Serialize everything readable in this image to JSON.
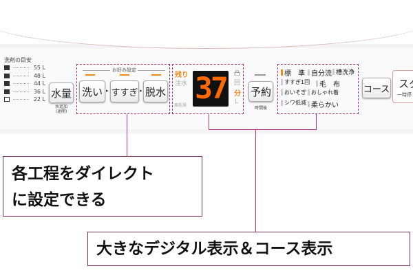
{
  "guide": {
    "title": "洗剤の目安",
    "rows": [
      "55 L",
      "48 L",
      "44 L",
      "36 L",
      "22 L"
    ]
  },
  "buttons": {
    "water_level": "水量",
    "water_level_sub": "水追加\n(途開)",
    "wash": "洗い",
    "rinse": "すすぎ",
    "spin": "脱水",
    "reserve": "予約",
    "reserve_sub": "時間後",
    "course": "コース",
    "start": "スタ",
    "start_sub": "一時停"
  },
  "preference": {
    "label": "お好み設定"
  },
  "display": {
    "value": "37",
    "remaining": "残り",
    "water_supply": "注水",
    "dry_mode": "風乾燥",
    "unit_times": "回",
    "unit_minutes": "分",
    "unit_liters": "L"
  },
  "courses": [
    "標　準",
    "自分流",
    "槽洗浄",
    "すすぎ1回",
    "毛　布",
    "おいそぎ",
    "おしゃれ着",
    "シワ低減",
    "柔らかい"
  ],
  "callouts": {
    "direct": [
      "各工程をダイレクト",
      "に設定できる"
    ],
    "display": "大きなデジタル表示＆コース表示"
  },
  "colors": {
    "accent": "#f08a1c",
    "callout_border": "#7a2a5a",
    "dash": "#b0357a"
  }
}
